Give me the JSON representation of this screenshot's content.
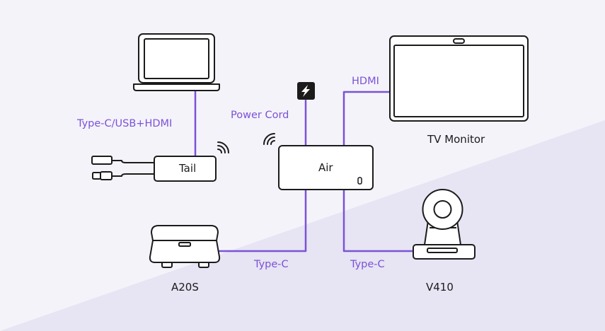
{
  "colors": {
    "background_light": "#f4f3fa",
    "background_dark": "#e7e4f3",
    "line": "#7b52d6",
    "stroke": "#1b1b1b",
    "fill": "#ffffff"
  },
  "devices": {
    "laptop": {
      "icon": "laptop-icon"
    },
    "tail": {
      "label": "Tail",
      "icon": "tail-dongle-icon"
    },
    "air": {
      "label": "Air",
      "badge": "0",
      "icon": "air-hub-icon"
    },
    "tv": {
      "label": "TV Monitor",
      "icon": "tv-monitor-icon"
    },
    "a20s": {
      "label": "A20S",
      "icon": "a20s-device-icon"
    },
    "v410": {
      "label": "V410",
      "icon": "v410-camera-icon"
    },
    "power": {
      "icon": "lightning-bolt-icon"
    }
  },
  "connections": {
    "laptop_tail": "Type-C/USB+HDMI",
    "power": "Power Cord",
    "hdmi": "HDMI",
    "a20s": "Type-C",
    "v410": "Type-C"
  }
}
